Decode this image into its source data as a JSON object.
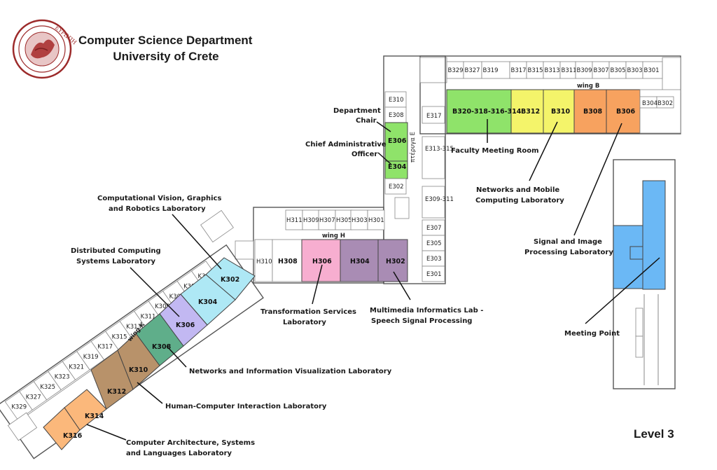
{
  "header": {
    "title_line1": "Computer Science Department",
    "title_line2": "University of Crete",
    "seal_text": "ΕΥΡΩΠΗ"
  },
  "level_label": "Level 3",
  "wings": {
    "b": "wing B",
    "h": "wing H",
    "k": "wing K",
    "e": "πτέρυγα Ε"
  },
  "colors": {
    "green": "#8fe36a",
    "yellow": "#f4f46a",
    "orange": "#f7a25f",
    "blue": "#6bb8f5",
    "cyan": "#aee8f5",
    "lavender": "#c2b8f2",
    "teal": "#5fae8a",
    "brown": "#b8926a",
    "light_orange": "#fbb87b",
    "pink": "#f7aed0",
    "purple": "#a98cb4"
  },
  "rooms": {
    "b_top": [
      "B329",
      "B327",
      "B319",
      "B317",
      "B315",
      "B313",
      "B311",
      "B309",
      "B307",
      "B305",
      "B303",
      "B301"
    ],
    "b_small": [
      "B304",
      "B302"
    ],
    "b_colored": [
      "B320-318-316-314",
      "B312",
      "B310",
      "B308",
      "B306"
    ],
    "e_rooms": [
      "E310",
      "E308",
      "E317",
      "E306",
      "E304",
      "E313-315",
      "E302",
      "E309-311",
      "E307",
      "E305",
      "E303",
      "E301"
    ],
    "h_top": [
      "H311",
      "H309",
      "H307",
      "H305",
      "H303",
      "H301"
    ],
    "h_bottom": [
      "H310",
      "H308",
      "H306",
      "H304",
      "H302"
    ],
    "k_outer": [
      "K303",
      "K305",
      "K307",
      "K309",
      "K311",
      "K313",
      "K315",
      "K317",
      "K319",
      "K321",
      "K323",
      "K325",
      "K327",
      "K329"
    ],
    "k_colored": [
      "K302",
      "K304",
      "K306",
      "K308",
      "K310",
      "K312",
      "K314",
      "K316"
    ]
  },
  "labels": {
    "dept_chair": [
      "Department",
      "Chair"
    ],
    "chief_admin": [
      "Chief Administrative",
      "Officer"
    ],
    "faculty_room": "Faculty Meeting Room",
    "networks_mobile": [
      "Networks and Mobile",
      "Computing Laboratory"
    ],
    "signal_image": [
      "Signal and Image",
      "Processing Laboratory"
    ],
    "meeting_point": "Meeting Point",
    "vision": [
      "Computational Vision, Graphics",
      "and Robotics Laboratory"
    ],
    "distributed": [
      "Distributed Computing",
      "Systems Laboratory"
    ],
    "transformation": [
      "Transformation Services",
      "Laboratory"
    ],
    "multimedia": [
      "Multimedia Informatics Lab -",
      "Speech Signal Processing"
    ],
    "networks_info": "Networks and Information Visualization Laboratory",
    "hci": "Human-Computer Interaction Laboratory",
    "architecture": [
      "Computer Architecture, Systems",
      "and Languages Laboratory"
    ]
  }
}
